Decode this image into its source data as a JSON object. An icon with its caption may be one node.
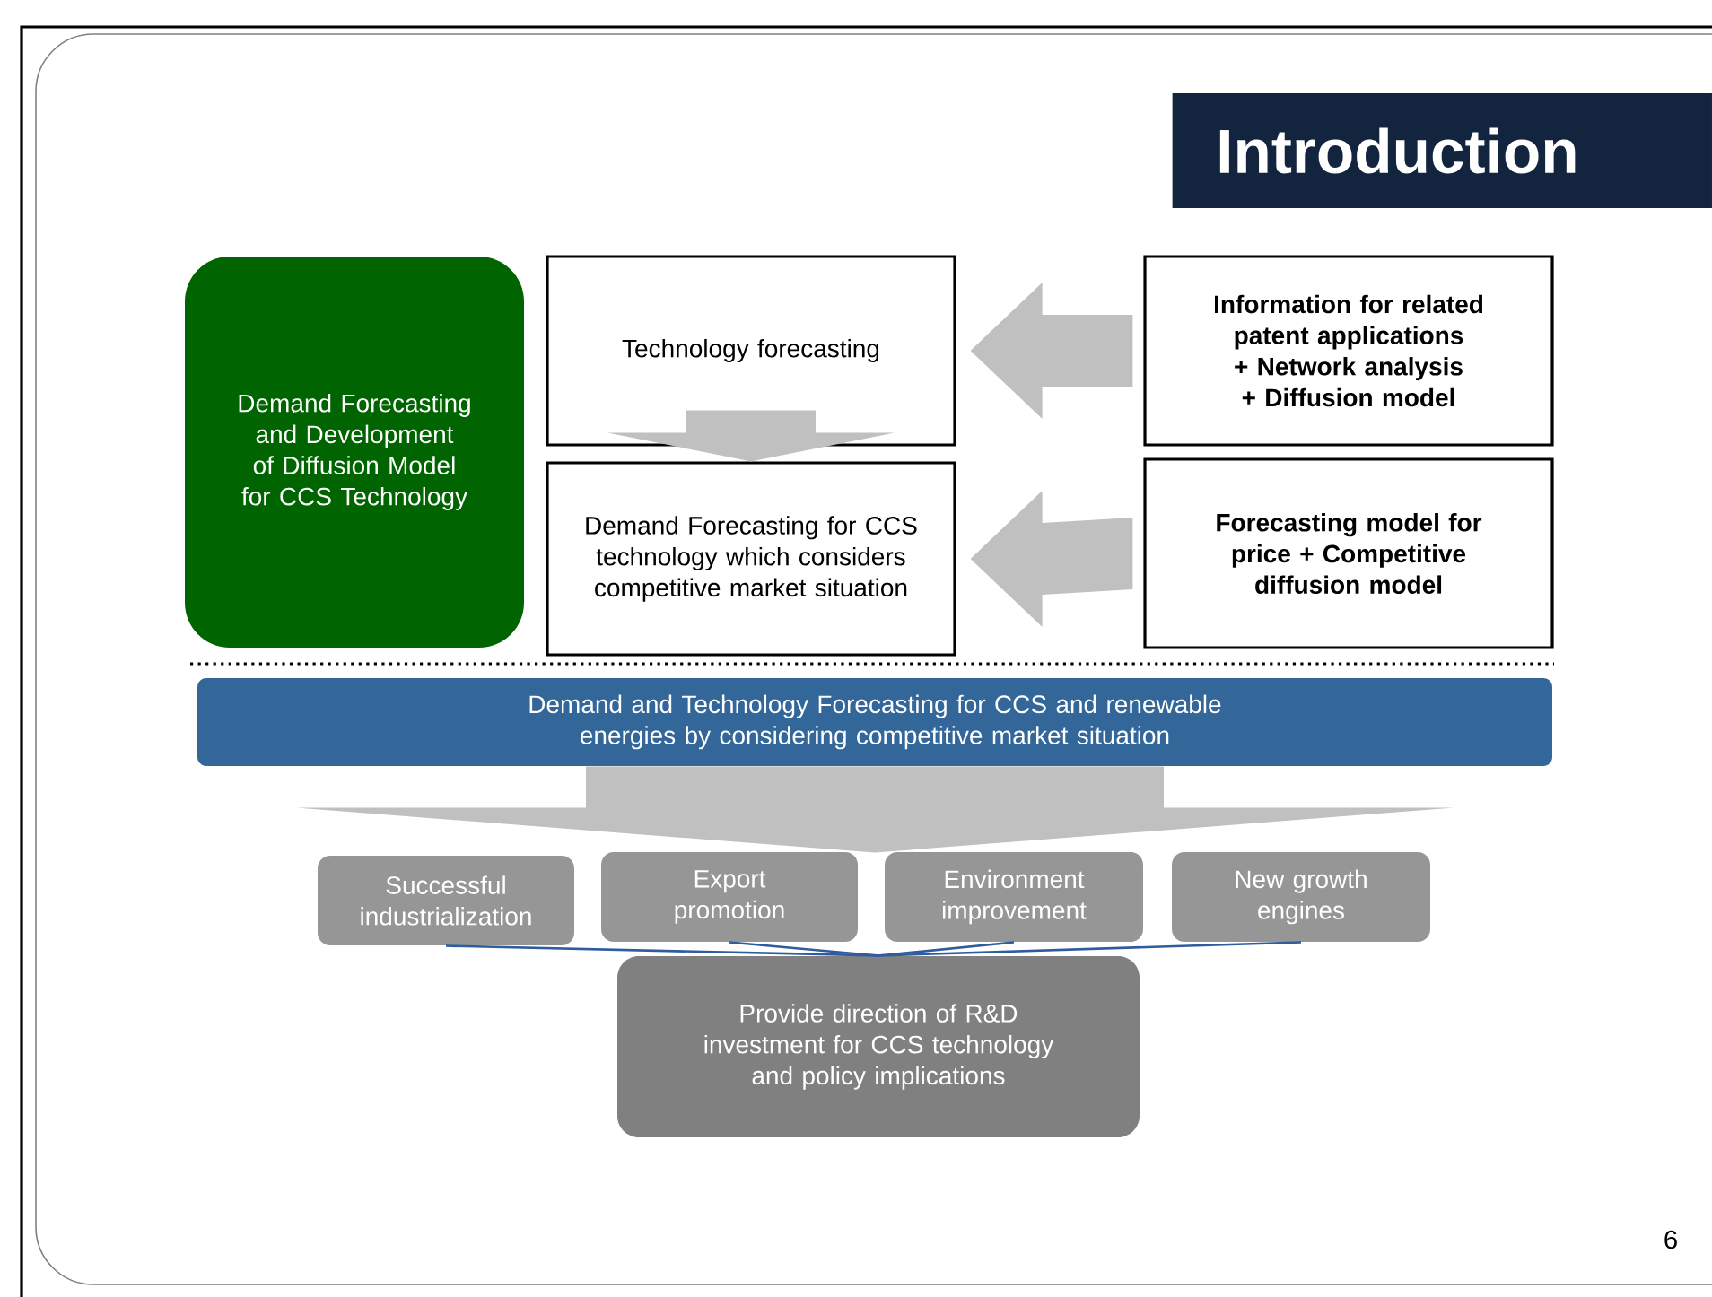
{
  "diagram": {
    "title": "Introduction",
    "nodes": [
      {
        "text": [
          "Demand Forecasting and Development of Diffusion Model for CCS Technology"
        ]
      },
      {
        "text": [
          "Technology forecasting"
        ]
      },
      {
        "text": [
          "Demand Forecasting for CCS technology which considers competitive market situation"
        ]
      },
      {
        "text": [
          "Information for related patent applications + Network analysis + Diffusion model"
        ]
      },
      {
        "text": [
          "Forecasting model for price + Competitive diffusion model"
        ]
      },
      {
        "text": [
          "Demand and Technology Forecasting for CCS and renewable energies by considering competitive market situation"
        ]
      },
      {
        "text": [
          "Successful industrialization"
        ]
      },
      {
        "text": [
          "Export promotion"
        ]
      },
      {
        "text": [
          "Environment improvement"
        ]
      },
      {
        "text": [
          "New growth engines"
        ]
      },
      {
        "text": [
          "Provide direction of R&D investment for CCS technology and policy implications"
        ]
      }
    ],
    "edges": [
      {
        "from": 3,
        "to": 1,
        "arrow": "to",
        "style": "thick"
      },
      {
        "from": 4,
        "to": 2,
        "arrow": "to",
        "style": "thick"
      },
      {
        "from": 1,
        "to": 2,
        "arrow": "to",
        "style": "thick"
      },
      {
        "from": 5,
        "to": null,
        "arrow": "to",
        "style": "thick"
      },
      {
        "from": 6,
        "to": 10,
        "arrow": "none",
        "color": "#2e5c9e"
      },
      {
        "from": 7,
        "to": 10,
        "arrow": "none",
        "color": "#2e5c9e"
      },
      {
        "from": 8,
        "to": 10,
        "arrow": "none",
        "color": "#2e5c9e"
      },
      {
        "from": 9,
        "to": 10,
        "arrow": "none",
        "color": "#2e5c9e"
      }
    ],
    "labels": [
      "6"
    ]
  }
}
